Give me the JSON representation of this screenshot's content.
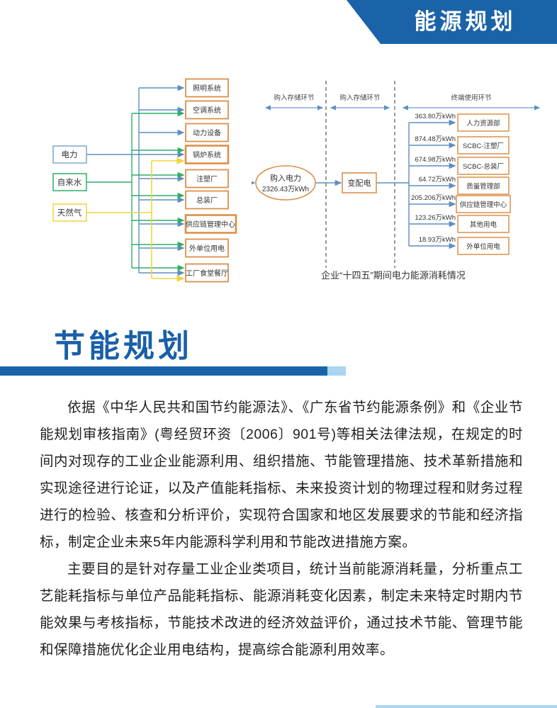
{
  "banner": {
    "title": "能源规划"
  },
  "section": {
    "title": "节能规划"
  },
  "colors": {
    "banner_blue": "#1a63a8",
    "light_blue_accent": "#a9d5ee",
    "title_blue": "#1a5fa8",
    "box_orange": "#dc8f4a",
    "line_blue": "#5b8fc4",
    "line_green": "#2fae68",
    "line_yellow": "#f0d440"
  },
  "flow_chart": {
    "sources": [
      {
        "label": "电力"
      },
      {
        "label": "自来水"
      },
      {
        "label": "天然气"
      }
    ],
    "targets": [
      "照明系统",
      "空调系统",
      "动力设备",
      "锅炉系统",
      "注塑厂",
      "总装厂",
      "供应链管理中心",
      "外单位用电",
      "工厂食堂餐厅"
    ]
  },
  "energy_chart": {
    "stages": [
      "购入存储环节",
      "购入存储环节",
      "终端使用环节"
    ],
    "source": {
      "label": "购入电力",
      "value": "2326.43万kWh"
    },
    "node": "变配电",
    "branches": [
      {
        "value": "363.80万kWh",
        "label": "人力资源部"
      },
      {
        "value": "874.48万kWh",
        "label": "SCBC-注塑厂"
      },
      {
        "value": "674.98万kWh",
        "label": "SCBC-总装厂"
      },
      {
        "value": "64.72万kWh",
        "label": "质量管理部"
      },
      {
        "value": "205.206万kWh",
        "label": "供应链管理中心"
      },
      {
        "value": "123.26万kWh",
        "label": "其他用电"
      },
      {
        "value": "18.93万kWh",
        "label": "外单位用电"
      }
    ],
    "caption": "企业“十四五”期间电力能源消耗情况"
  },
  "paragraphs": {
    "p1": "依据《中华人民共和国节约能源法》、《广东省节约能源条例》和《企业节能规划审核指南》(粤经贸环资〔2006〕901号)等相关法律法规，在规定的时间内对现存的工业企业能源利用、组织措施、节能管理措施、技术革新措施和实现途径进行论证，以及产值能耗指标、未来投资计划的物理过程和财务过程进行的检验、核查和分析评价，实现符合国家和地区发展要求的节能和经济指标，制定企业未来5年内能源科学利用和节能改进措施方案。",
    "p2": "主要目的是针对存量工业企业类项目，统计当前能源消耗量，分析重点工艺能耗指标与单位产品能耗指标、能源消耗变化因素，制定未来特定时期内节能效果与考核指标，节能技术改进的经济效益评价，通过技术节能、管理节能和保障措施优化企业用电结构，提高综合能源利用效率。"
  }
}
